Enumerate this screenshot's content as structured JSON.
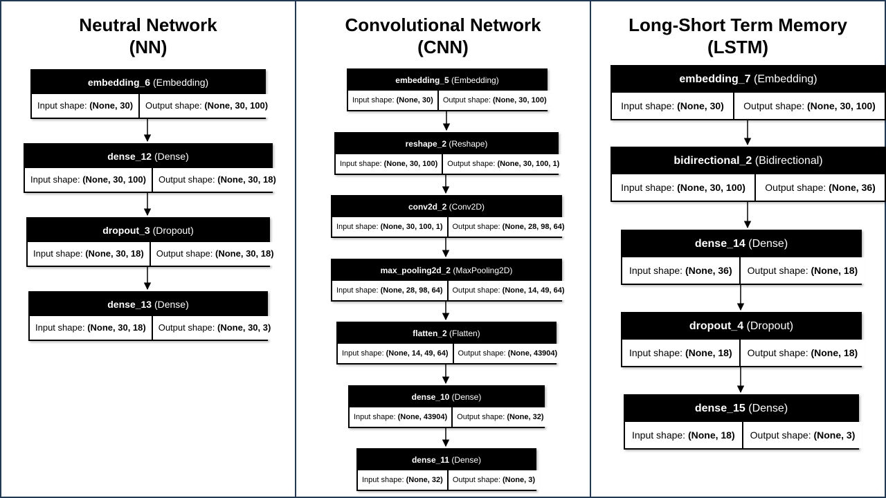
{
  "labels": {
    "input": "Input shape:",
    "output": "Output shape:"
  },
  "panels": [
    {
      "title_lines": [
        "Neutral Network",
        "(NN)"
      ],
      "layers": [
        {
          "name": "embedding_6",
          "type": "(Embedding)",
          "input": "(None, 30)",
          "output": "(None, 30, 100)"
        },
        {
          "name": "dense_12",
          "type": "(Dense)",
          "input": "(None, 30, 100)",
          "output": "(None, 30, 18)"
        },
        {
          "name": "dropout_3",
          "type": "(Dropout)",
          "input": "(None, 30, 18)",
          "output": "(None, 30, 18)"
        },
        {
          "name": "dense_13",
          "type": "(Dense)",
          "input": "(None, 30, 18)",
          "output": "(None, 30, 3)"
        }
      ]
    },
    {
      "title_lines": [
        "Convolutional Network",
        "(CNN)"
      ],
      "layers": [
        {
          "name": "embedding_5",
          "type": "(Embedding)",
          "input": "(None, 30)",
          "output": "(None, 30, 100)"
        },
        {
          "name": "reshape_2",
          "type": "(Reshape)",
          "input": "(None, 30, 100)",
          "output": "(None, 30, 100, 1)"
        },
        {
          "name": "conv2d_2",
          "type": "(Conv2D)",
          "input": "(None, 30, 100, 1)",
          "output": "(None, 28, 98, 64)"
        },
        {
          "name": "max_pooling2d_2",
          "type": "(MaxPooling2D)",
          "input": "(None, 28, 98, 64)",
          "output": "(None, 14, 49, 64)"
        },
        {
          "name": "flatten_2",
          "type": "(Flatten)",
          "input": "(None, 14, 49, 64)",
          "output": "(None, 43904)"
        },
        {
          "name": "dense_10",
          "type": "(Dense)",
          "input": "(None, 43904)",
          "output": "(None, 32)"
        },
        {
          "name": "dense_11",
          "type": "(Dense)",
          "input": "(None, 32)",
          "output": "(None, 3)"
        }
      ]
    },
    {
      "title_lines": [
        "Long-Short Term Memory",
        "(LSTM)"
      ],
      "layers": [
        {
          "name": "embedding_7",
          "type": "(Embedding)",
          "input": "(None, 30)",
          "output": "(None, 30, 100)"
        },
        {
          "name": "bidirectional_2",
          "type": "(Bidirectional)",
          "input": "(None, 30, 100)",
          "output": "(None, 36)"
        },
        {
          "name": "dense_14",
          "type": "(Dense)",
          "input": "(None, 36)",
          "output": "(None, 18)"
        },
        {
          "name": "dropout_4",
          "type": "(Dropout)",
          "input": "(None, 18)",
          "output": "(None, 18)"
        },
        {
          "name": "dense_15",
          "type": "(Dense)",
          "input": "(None, 18)",
          "output": "(None, 3)"
        }
      ]
    }
  ]
}
